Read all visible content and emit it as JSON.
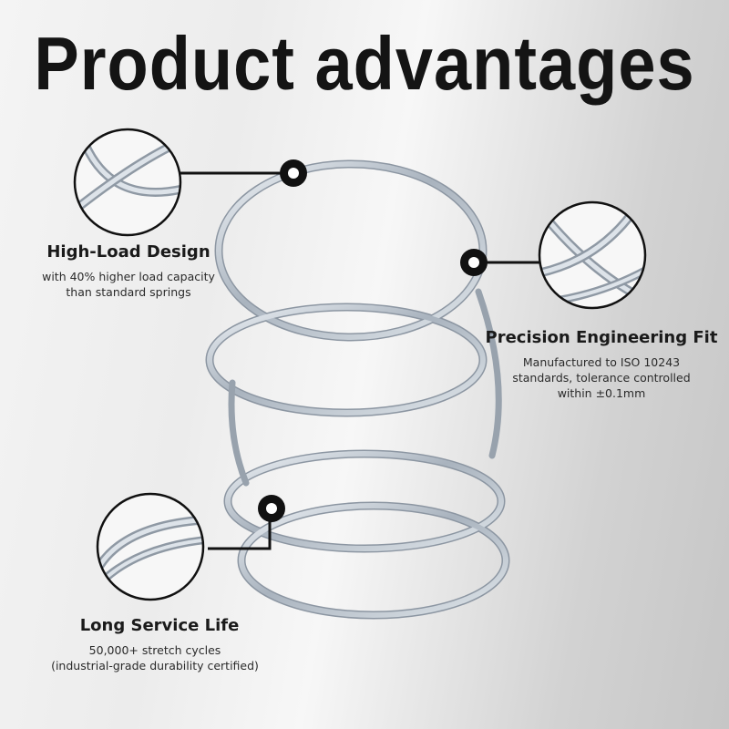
{
  "title": "Product advantages",
  "features": [
    {
      "heading": "High-Load Design",
      "lines": [
        "with 40% higher load capacity",
        "than standard springs"
      ]
    },
    {
      "heading": "Precision Engineering Fit",
      "lines": [
        "Manufactured to ISO 10243",
        "standards, tolerance controlled",
        "within ±0.1mm"
      ]
    },
    {
      "heading": "Long Service Life",
      "lines": [
        "50,000+ stretch cycles",
        "(industrial-grade durability certified)"
      ]
    }
  ],
  "colors": {
    "text": "#141414",
    "spring_steel": "#b9c2cc",
    "marker": "#111111"
  }
}
